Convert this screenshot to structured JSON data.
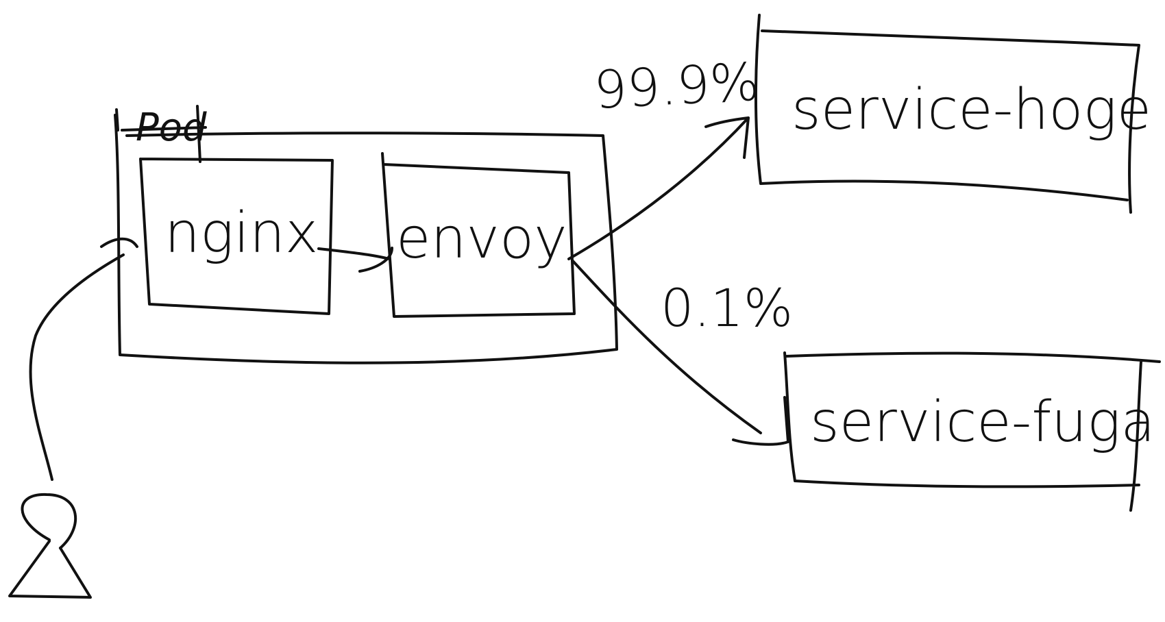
{
  "diagram": {
    "pod_label": "Pod",
    "containers": {
      "nginx": "nginx",
      "envoy": "envoy"
    },
    "services": {
      "hoge": "service-hoge",
      "fuga": "service-fuga"
    },
    "traffic_split": {
      "hoge_percent": "99.9%",
      "fuga_percent": "0.1%"
    },
    "stroke_color": "#111111",
    "background_color": "#ffffff"
  }
}
